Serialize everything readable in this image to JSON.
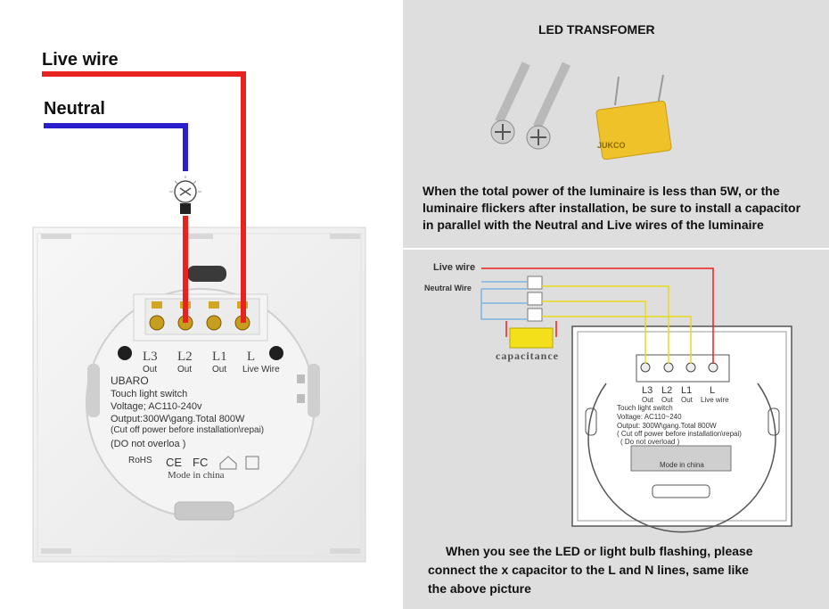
{
  "left_diagram": {
    "live_wire_label": "Live wire",
    "neutral_label": "Neutral",
    "terminals": [
      "L3",
      "L2",
      "L1",
      "L"
    ],
    "terminal_sublabels": [
      "Out",
      "Out",
      "Out",
      "Live Wire"
    ],
    "brand": "UBARO",
    "product": "Touch light switch",
    "voltage": "Voltage; AC110-240v",
    "output": "Output:300W\\gang.Total 800W",
    "caution": "(Cut off power before installation\\repai)",
    "warning": "(DO not overloa )",
    "rohs": "RoHS",
    "origin": "Mode in china",
    "colors": {
      "live": "#e8221e",
      "neutral": "#2a1ecf"
    }
  },
  "top_right": {
    "title": "LED TRANSFOMER",
    "capacitor_print": "JUKCO",
    "note": [
      "When the total power of the luminaire is less than 5W, or the",
      "luminaire flickers after installation, be sure to install a capacitor",
      "in parallel with the Neutral and Live wires of the luminaire"
    ]
  },
  "bottom_right": {
    "live_wire_label": "Live wire",
    "neutral_label": "Neutral Wire",
    "capacitance_label": "capacitance",
    "terminals": [
      "L3",
      "L2",
      "L1",
      "L"
    ],
    "terminal_sublabels": [
      "Out",
      "Out",
      "Out",
      "Live wire"
    ],
    "product": "Touch light switch",
    "voltage": "Voltage: AC110~240",
    "output": "Output: 300W\\gang.Total 800W",
    "caution": "( Cut off power before installation\\repai)",
    "warning": "( Do not overload )",
    "origin": "Mode in china",
    "note": [
      "When you see the LED or light bulb flashing, please",
      "connect the x capacitor to the L and N lines, same like",
      "the above picture"
    ]
  }
}
